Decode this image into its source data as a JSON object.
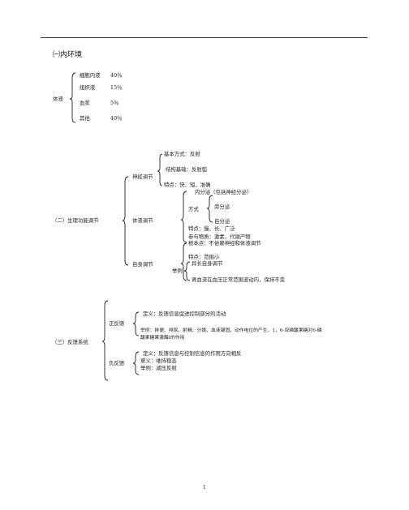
{
  "section1": {
    "title": "㈠内环境",
    "root": "体液",
    "items": [
      {
        "name": "细胞内液",
        "value": "40％"
      },
      {
        "name": "组织液",
        "value": "15％"
      },
      {
        "name": "血浆",
        "value": "5％"
      },
      {
        "name": "其他",
        "value": "40％"
      }
    ]
  },
  "section2": {
    "title": "（二）生理功能调节",
    "neural": {
      "label": "神经调节",
      "basic_mode": "基本方式：反射",
      "structure": "结构基础：反射弧",
      "features": "特点：快、短、准确"
    },
    "humoral": {
      "label": "体液调节",
      "endocrine": "内分泌（包括神经分泌）",
      "mode": "方式",
      "paracrine": "旁分泌",
      "autocrine": "自分泌",
      "features": "特点：慢、长、广泛",
      "substances": "参与物质：激素、代谢产物"
    },
    "auto": {
      "label": "自身调节",
      "basic_point": "根本点：不依赖神经和体液调节",
      "features": "特点：范围小",
      "example": "举例",
      "ex1": "异长自身调节",
      "ex2": "肾血流在血压正常范围波动内，保持不变"
    }
  },
  "section3": {
    "title": "（三）反馈系统",
    "positive": {
      "label": "正反馈",
      "definition": "定义：反馈信息促进控制部分的活动",
      "examples_line1": "举例：排便、排尿、射精、分娩、血液凝固，动作电位的产生，1，6-双磷酸果糖对6-磷",
      "examples_line2": "酸果糖果激酶Ⅰ的作用"
    },
    "negative": {
      "label": "负反馈",
      "definition": "定义：反馈信息与控制信息的作用方向相反",
      "meaning": "意义：维持稳态",
      "example": "举例：减压反射"
    }
  },
  "footer": {
    "page_number": "1"
  }
}
